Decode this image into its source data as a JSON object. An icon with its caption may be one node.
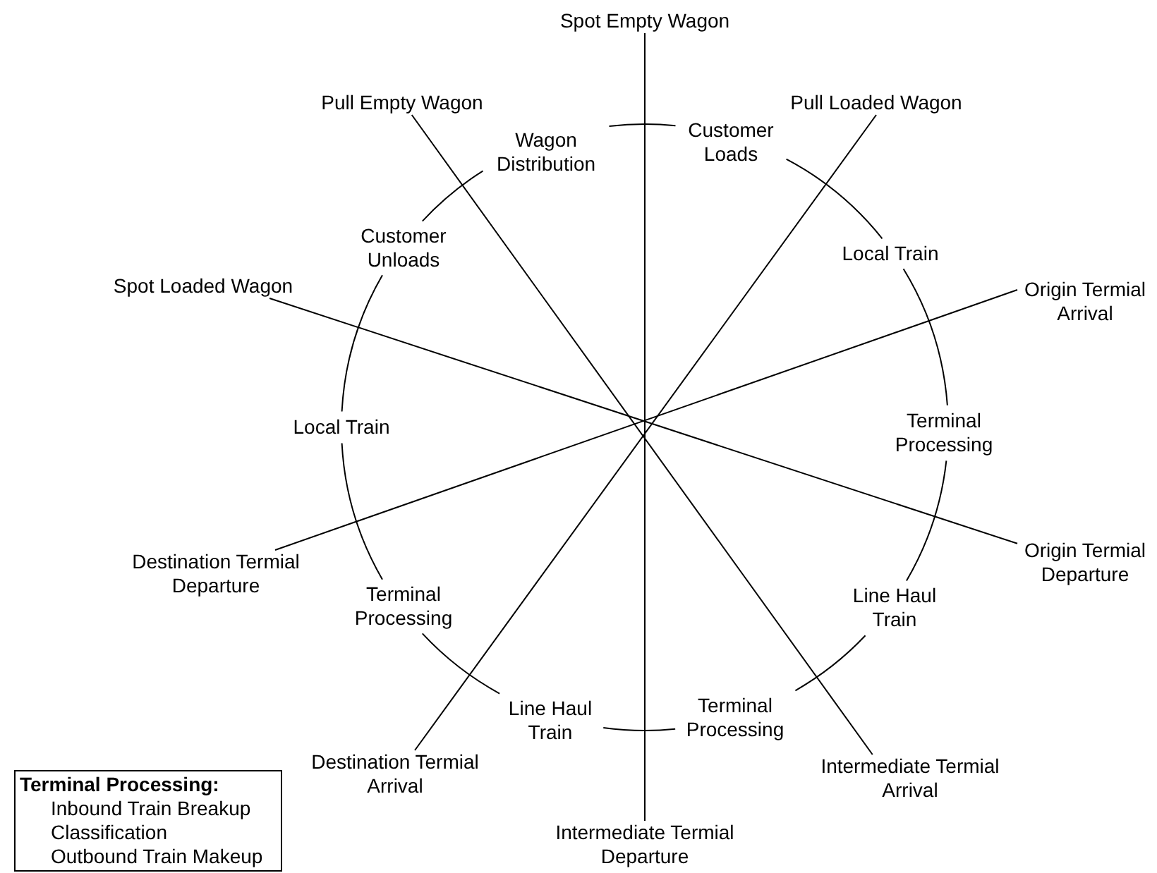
{
  "diagram": {
    "nodes": [
      {
        "text": [
          "Spot Empty Wagon"
        ]
      },
      {
        "text": [
          "Pull Empty Wagon"
        ]
      },
      {
        "text": [
          "Pull Loaded Wagon"
        ]
      },
      {
        "text": [
          "Wagon Distribution"
        ]
      },
      {
        "text": [
          "Customer Loads"
        ]
      },
      {
        "text": [
          "Customer Unloads"
        ]
      },
      {
        "text": [
          "Local Train"
        ]
      },
      {
        "text": [
          "Spot Loaded Wagon"
        ]
      },
      {
        "text": [
          "Origin Termial Arrival"
        ]
      },
      {
        "text": [
          "Local Train"
        ]
      },
      {
        "text": [
          "Terminal Processing"
        ]
      },
      {
        "text": [
          "Origin Termial Departure"
        ]
      },
      {
        "text": [
          "Destination Termial Departure"
        ]
      },
      {
        "text": [
          "Terminal Processing"
        ]
      },
      {
        "text": [
          "Line Haul Train"
        ]
      },
      {
        "text": [
          "Terminal Processing"
        ]
      },
      {
        "text": [
          "Line Haul Train"
        ]
      },
      {
        "text": [
          "Destination Termial Arrival"
        ]
      },
      {
        "text": [
          "Intermediate Termial Arrival"
        ]
      },
      {
        "text": [
          "Intermediate Termial Departure"
        ]
      },
      {
        "text": [
          "Terminal Processing:",
          "Inbound Train Breakup",
          "Classification",
          "Outbound Train Makeup"
        ]
      }
    ],
    "edges": [
      {
        "from": 0,
        "to": 19,
        "arrow": "none"
      },
      {
        "from": 1,
        "to": 18,
        "arrow": "none"
      },
      {
        "from": 2,
        "to": 17,
        "arrow": "none"
      },
      {
        "from": 7,
        "to": 11,
        "arrow": "none"
      },
      {
        "from": 8,
        "to": 12,
        "arrow": "none"
      },
      {
        "from": 4,
        "to": 6,
        "arrow": "none"
      },
      {
        "from": 6,
        "to": 10,
        "arrow": "none"
      },
      {
        "from": 10,
        "to": 14,
        "arrow": "none"
      },
      {
        "from": 14,
        "to": 15,
        "arrow": "none"
      },
      {
        "from": 15,
        "to": 16,
        "arrow": "none"
      },
      {
        "from": 16,
        "to": 13,
        "arrow": "none"
      },
      {
        "from": 13,
        "to": 9,
        "arrow": "none"
      },
      {
        "from": 9,
        "to": 5,
        "arrow": "none"
      },
      {
        "from": 5,
        "to": 3,
        "arrow": "none"
      },
      {
        "from": 3,
        "to": 4,
        "arrow": "none"
      }
    ]
  }
}
